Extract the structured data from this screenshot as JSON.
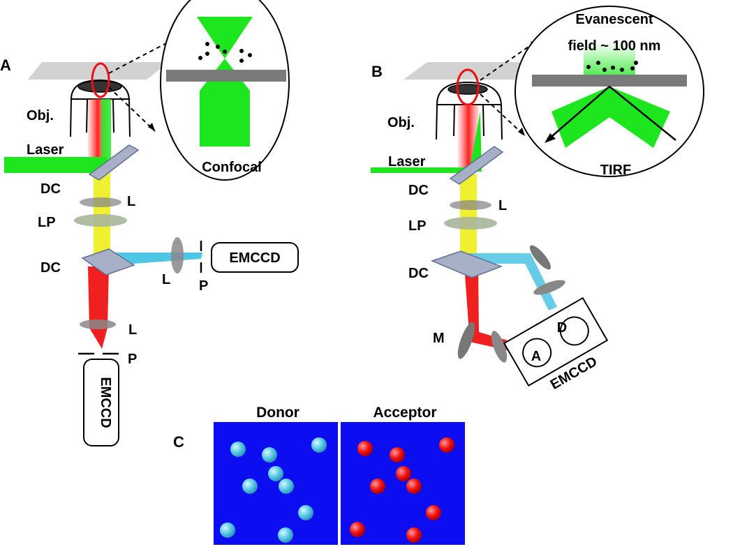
{
  "panels": {
    "a": {
      "letter": "A",
      "obj": "Obj.",
      "laser": "Laser",
      "dc1": "DC",
      "l1": "L",
      "lp": "LP",
      "dc2": "DC",
      "l2": "L",
      "pinhole2": "P",
      "l3": "L",
      "pinhole3": "P",
      "camera_side": "EMCCD",
      "camera_bottom": "EMCCD",
      "inset_caption": "Confocal"
    },
    "b": {
      "letter": "B",
      "obj": "Obj.",
      "laser": "Laser",
      "dc1": "DC",
      "l1": "L",
      "lp": "LP",
      "dc2": "DC",
      "mirror": "M",
      "camera": "EMCCD",
      "channel_a": "A",
      "channel_d": "D",
      "inset_line1": "Evanescent",
      "inset_line2": "field ~ 100 nm",
      "inset_caption": "TIRF"
    },
    "c": {
      "letter": "C",
      "donor_title": "Donor",
      "acceptor_title": "Acceptor"
    }
  },
  "colors": {
    "laser_green": "#1ee61e",
    "emission_yellow": "#f3f326",
    "donor_cyan": "#55c8e6",
    "acceptor_red": "#ff1a1a",
    "panel_blue": "#0d0df2",
    "optic_gray": "#9a9a9a"
  }
}
